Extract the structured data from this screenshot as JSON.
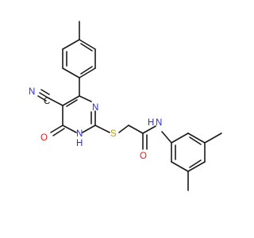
{
  "atoms": {
    "nitrile_n": {
      "text": "N",
      "color": "#2b2bd9"
    },
    "c_label": {
      "text": "C",
      "color": "#1a1a1a"
    },
    "ring_n3": {
      "text": "N",
      "color": "#2b2bd9"
    },
    "ring_nh": {
      "text": "N",
      "color": "#2b2bd9"
    },
    "ring_nh_h": {
      "text": "H",
      "color": "#2b2bd9"
    },
    "carbonyl_o": {
      "text": "O",
      "color": "#e02020"
    },
    "thio_s": {
      "text": "S",
      "color": "#b8a000"
    },
    "amide_o": {
      "text": "O",
      "color": "#e02020"
    },
    "amide_nh_n": {
      "text": "N",
      "color": "#2b2bd9"
    },
    "amide_nh_h": {
      "text": "H",
      "color": "#2b2bd9"
    }
  },
  "colors": {
    "bond": "#1a1a1a",
    "nitrogen": "#2b2bd9",
    "oxygen": "#e02020",
    "sulfur": "#b8a000"
  }
}
